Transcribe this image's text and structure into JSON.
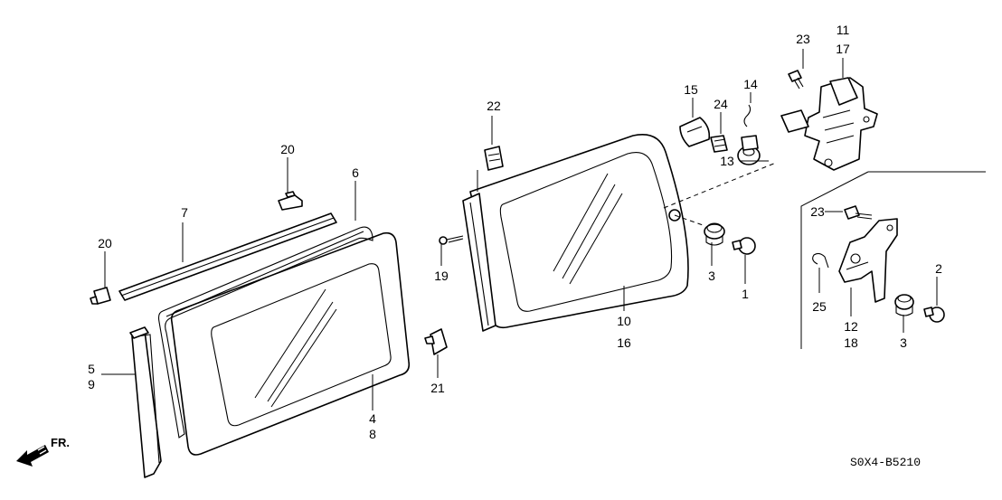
{
  "labels": {
    "c1": "1",
    "c2": "2",
    "c3a": "3",
    "c3b": "3",
    "c4": "4",
    "c5": "5",
    "c6": "6",
    "c7": "7",
    "c8": "8",
    "c9": "9",
    "c10": "10",
    "c11": "11",
    "c12": "12",
    "c13": "13",
    "c14": "14",
    "c15": "15",
    "c16": "16",
    "c17": "17",
    "c18": "18",
    "c19": "19",
    "c20a": "20",
    "c20b": "20",
    "c21": "21",
    "c22": "22",
    "c23a": "23",
    "c23b": "23",
    "c24": "24",
    "c25": "25"
  },
  "front_indicator": "FR.",
  "diagram_code": "S0X4-B5210"
}
